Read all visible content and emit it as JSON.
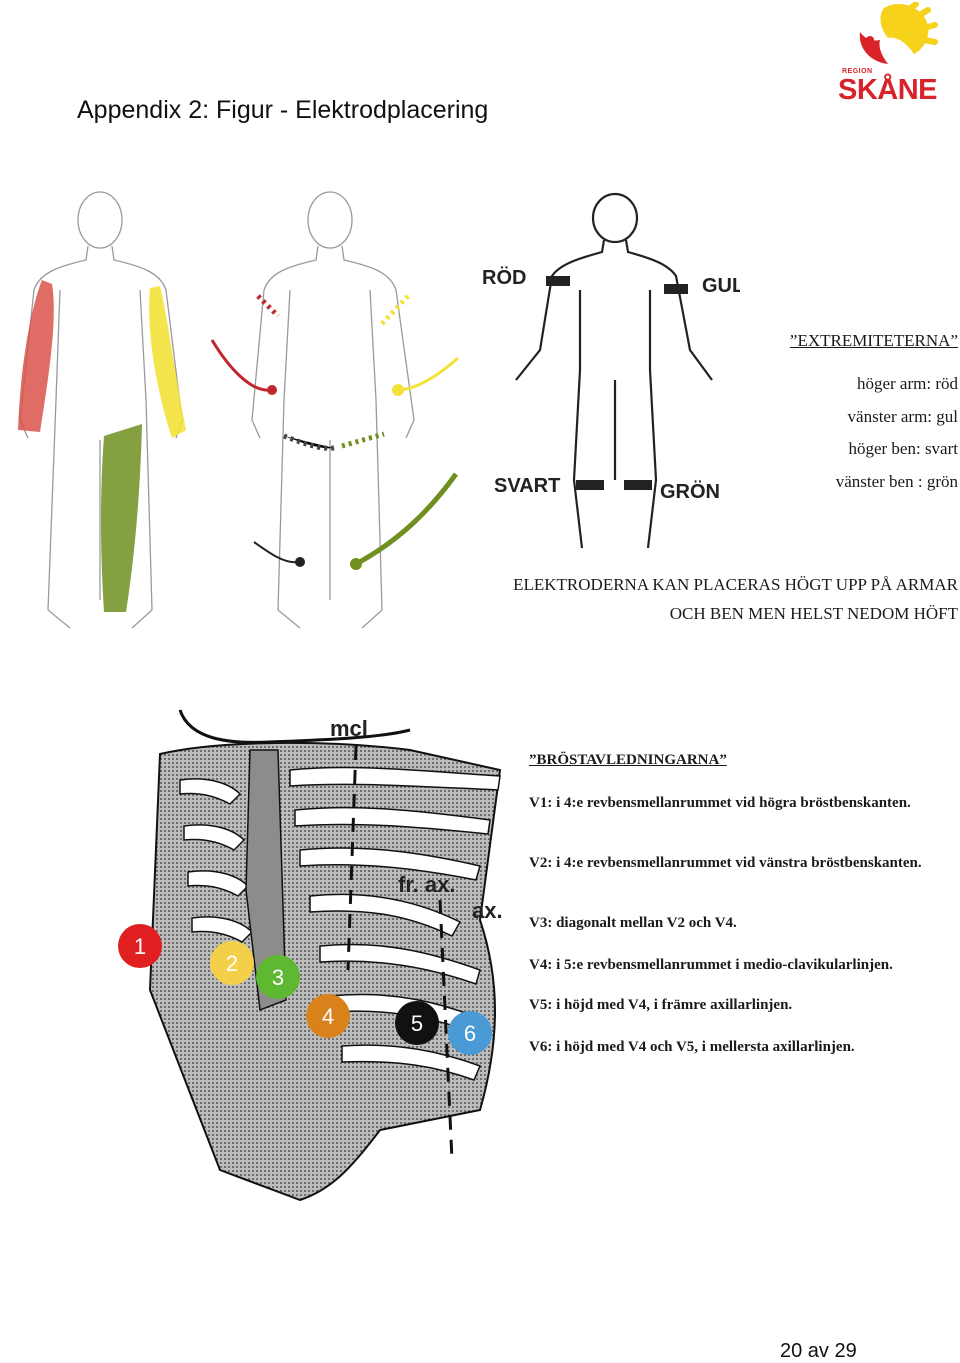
{
  "header": {
    "title": "Appendix 2: Figur - Elektrodplacering",
    "logo_small": "REGION",
    "logo_big": "SKÅNE"
  },
  "limb_figure": {
    "labels": {
      "red": "RÖD",
      "yellow": "GUL",
      "black": "SVART",
      "green": "GRÖN"
    },
    "colors": {
      "red": "#d9534a",
      "yellow": "#f2e237",
      "black": "#222222",
      "green": "#6f8f1f"
    }
  },
  "extremities": {
    "heading": "”EXTREMITETERNA”",
    "lines": [
      "höger arm: röd",
      "vänster arm: gul",
      "höger ben: svart",
      "vänster ben : grön"
    ],
    "notice": "ELEKTRODERNA KAN PLACERAS HÖGT UPP PÅ ARMAR OCH BEN MEN HELST NEDOM HÖFT"
  },
  "chest_figure": {
    "labels": {
      "mcl": "mcl",
      "fr_ax": "fr. ax.",
      "ax": "ax."
    },
    "electrodes": [
      {
        "label": "1",
        "color": "#e02020"
      },
      {
        "label": "2",
        "color": "#f3cf4a"
      },
      {
        "label": "3",
        "color": "#5fb832"
      },
      {
        "label": "4",
        "color": "#d9821b"
      },
      {
        "label": "5",
        "color": "#111111"
      },
      {
        "label": "6",
        "color": "#4a9ad6"
      }
    ]
  },
  "chest_leads": {
    "heading": "”BRÖSTAVLEDNINGARNA”",
    "items": [
      "V1: i 4:e revbensmellanrummet vid högra bröstbenskanten.",
      "V2: i 4:e revbensmellanrummet vid vänstra bröstbenskanten.",
      "V3: diagonalt mellan V2 och V4.",
      "V4: i 5:e revbensmellanrummet i medio-clavikularlinjen.",
      "V5: i höjd med V4, i främre axillarlinjen.",
      "V6: i höjd med V4 och V5, i mellersta axillarlinjen."
    ]
  },
  "footer": {
    "page": "20 av 29"
  }
}
